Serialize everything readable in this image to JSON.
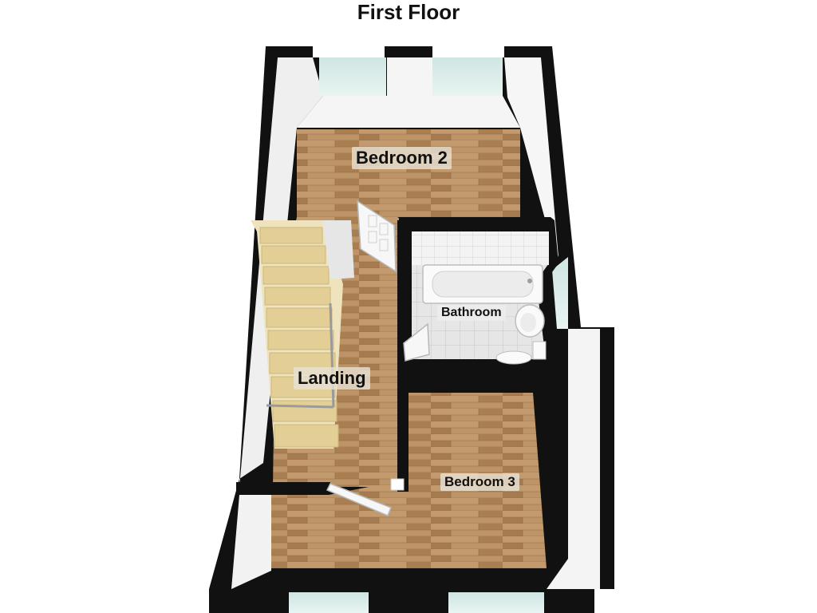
{
  "floor": {
    "title": "First Floor"
  },
  "rooms": {
    "bedroom_2": "Bedroom 2",
    "landing": "Landing",
    "bathroom": "Bathroom",
    "bedroom_3": "Bedroom 3"
  },
  "colors": {
    "wall": "#111111",
    "wall_face": "#f4f4f4",
    "floor_wood": "#b48a5c",
    "floor_wood_light": "#c9a37a",
    "bathroom_tile": "#e4e4e4",
    "stairs": "#e9d7a6",
    "window": "#d6ecea",
    "label_bg": "#e8e0d2"
  },
  "icons": [
    "stairs-icon",
    "bath-icon",
    "sink-icon",
    "toilet-icon",
    "door-icon",
    "window-icon"
  ]
}
